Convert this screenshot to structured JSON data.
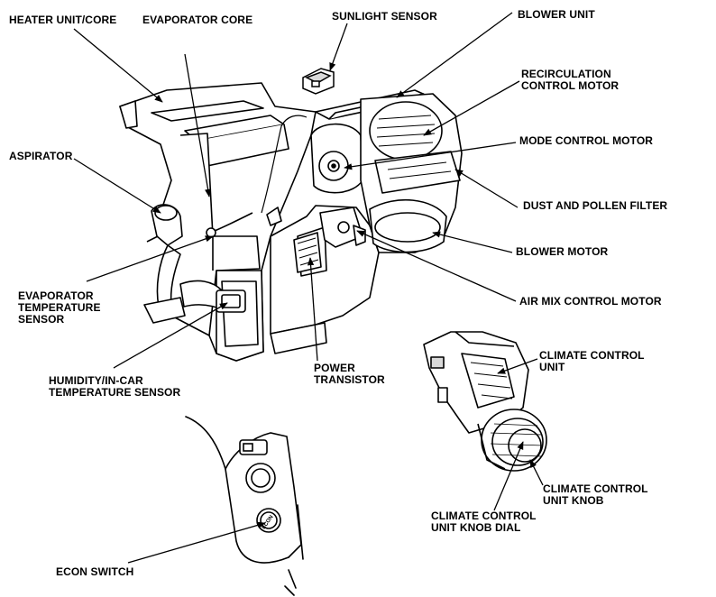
{
  "colors": {
    "ink": "#000000",
    "paper": "#ffffff",
    "shade": "#d9d9d9"
  },
  "labels": {
    "heater_unit_core": "HEATER UNIT/CORE",
    "evaporator_core": "EVAPORATOR CORE",
    "sunlight_sensor": "SUNLIGHT SENSOR",
    "blower_unit": "BLOWER UNIT",
    "recirculation_control_motor": [
      "RECIRCULATION",
      "CONTROL MOTOR"
    ],
    "mode_control_motor": "MODE CONTROL MOTOR",
    "aspirator": "ASPIRATOR",
    "dust_and_pollen_filter": "DUST AND POLLEN FILTER",
    "blower_motor": "BLOWER MOTOR",
    "evaporator_temperature_sensor": [
      "EVAPORATOR",
      "TEMPERATURE",
      "SENSOR"
    ],
    "air_mix_control_motor": "AIR MIX CONTROL MOTOR",
    "climate_control_unit": [
      "CLIMATE CONTROL",
      "UNIT"
    ],
    "power_transistor": [
      "POWER",
      "TRANSISTOR"
    ],
    "humidity_in_car_temperature_sensor": [
      "HUMIDITY/IN-CAR",
      "TEMPERATURE SENSOR"
    ],
    "climate_control_unit_knob": [
      "CLIMATE CONTROL",
      "UNIT KNOB"
    ],
    "climate_control_unit_knob_dial": [
      "CLIMATE CONTROL",
      "UNIT KNOB DIAL"
    ],
    "econ_switch": "ECON SWITCH",
    "econ_button_text": "ECON"
  }
}
